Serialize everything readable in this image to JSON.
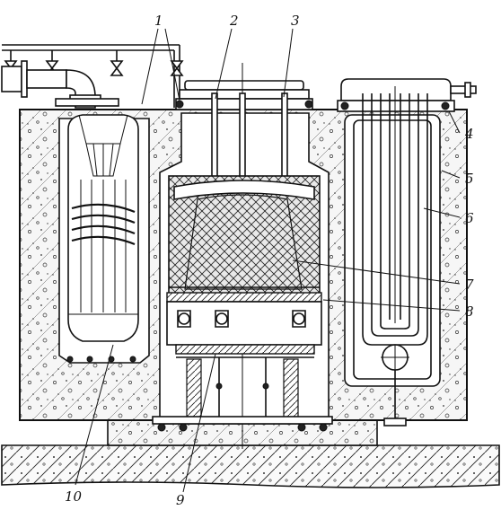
{
  "callouts": [
    "1",
    "2",
    "3",
    "4",
    "5",
    "6",
    "7",
    "8",
    "9",
    "10"
  ],
  "colors": {
    "ink": "#111111",
    "background": "#ffffff",
    "concrete_fill": "#f4f4f4",
    "hatch": "#2a2a2a"
  },
  "components": [
    "pipe-flange-assembly",
    "cylindrical-tank-left",
    "insulated-chamber-center",
    "tube-bundle-vessel-right",
    "concrete-foundation"
  ]
}
